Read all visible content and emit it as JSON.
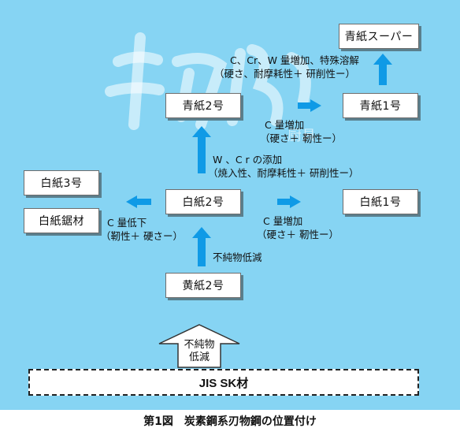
{
  "boxes": {
    "ao_super": "青紙スーパー",
    "ao_2": "青紙2号",
    "ao_1": "青紙1号",
    "shiro_3": "白紙3号",
    "shiro_nokozai": "白紙鋸材",
    "shiro_2": "白紙2号",
    "shiro_1": "白紙1号",
    "ki_2": "黄紙2号"
  },
  "notes": {
    "to_super_line1": "C、Cr、W 量増加、特殊溶解",
    "to_super_line2": "（硬さ、耐摩耗性＋ 研削性ー）",
    "ao2_to_ao1_line1": "C 量増加",
    "ao2_to_ao1_line2": "（硬さ＋ 靭性ー）",
    "shiro2_to_ao2_line1": "W 、C r の添加",
    "shiro2_to_ao2_line2": "（焼入性、耐摩耗性＋ 研削性ー）",
    "shiro2_to_left_line1": "C 量低下",
    "shiro2_to_left_line2": "（靭性＋ 硬さー）",
    "shiro2_to_shiro1_line1": "C 量増加",
    "shiro2_to_shiro1_line2": "（硬さ＋ 靭性ー）",
    "ki2_to_shiro2": "不純物低減",
    "big_arrow_line1": "不純物",
    "big_arrow_line2": "低減"
  },
  "jis_label": "JIS SK材",
  "caption": "第1図　炭素鋼系刃物鋼の位置付け",
  "colors": {
    "background": "#86d4f3",
    "arrow": "#0f9ae6",
    "box_fill": "#ffffff"
  }
}
